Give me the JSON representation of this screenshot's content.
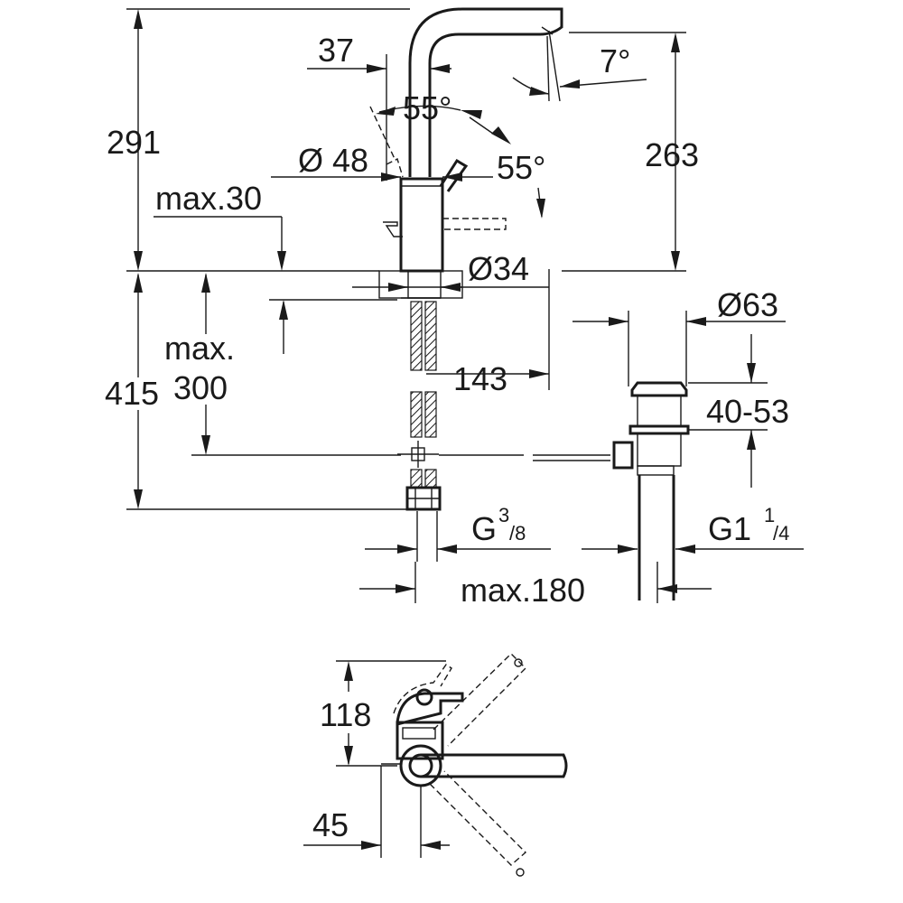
{
  "dimensions": {
    "d_37": "37",
    "angle_7": "7°",
    "angle_55_left": "55°",
    "angle_55_right": "55°",
    "dia_48": "Ø 48",
    "h_291": "291",
    "h_263": "263",
    "max_30": "max.30",
    "dia_34": "Ø34",
    "dia_63": "Ø63",
    "max_300_line1": "max.",
    "max_300_line2": "300",
    "h_415": "415",
    "d_143": "143",
    "range_40_53": "40-53",
    "thread_g38_main": "G",
    "thread_g38_num": "3",
    "thread_g38_den": "/8",
    "thread_g114_main": "G1",
    "thread_g114_num": "1",
    "thread_g114_den": "/4",
    "max_180": "max.180",
    "h_118": "118",
    "d_45": "45"
  }
}
